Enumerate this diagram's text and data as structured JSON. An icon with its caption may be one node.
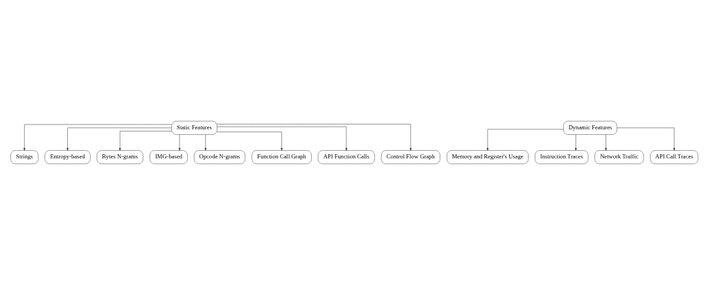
{
  "diagram": {
    "nodes": [
      {
        "text": [
          "Static Features"
        ]
      },
      {
        "text": [
          "Strings"
        ]
      },
      {
        "text": [
          "Entropy-based"
        ]
      },
      {
        "text": [
          "Bytes N-grams"
        ]
      },
      {
        "text": [
          "IMG-based"
        ]
      },
      {
        "text": [
          "Opcode N-grams"
        ]
      },
      {
        "text": [
          "Function Call Graph"
        ]
      },
      {
        "text": [
          "API Function Calls"
        ]
      },
      {
        "text": [
          "Control Flow Graph"
        ]
      },
      {
        "text": [
          "Dynamic Features"
        ]
      },
      {
        "text": [
          "Memory and Register's Usage"
        ]
      },
      {
        "text": [
          "Instruction Traces"
        ]
      },
      {
        "text": [
          "Network Traffic"
        ]
      },
      {
        "text": [
          "API Call Traces"
        ]
      }
    ],
    "edges": [
      {
        "from": 0,
        "to": 1,
        "arrow": "to"
      },
      {
        "from": 0,
        "to": 2,
        "arrow": "to"
      },
      {
        "from": 0,
        "to": 3,
        "arrow": "to"
      },
      {
        "from": 0,
        "to": 4,
        "arrow": "to"
      },
      {
        "from": 0,
        "to": 5,
        "arrow": "to"
      },
      {
        "from": 0,
        "to": 6,
        "arrow": "to"
      },
      {
        "from": 0,
        "to": 7,
        "arrow": "to"
      },
      {
        "from": 0,
        "to": 8,
        "arrow": "to"
      },
      {
        "from": 9,
        "to": 10,
        "arrow": "to"
      },
      {
        "from": 9,
        "to": 11,
        "arrow": "to"
      },
      {
        "from": 9,
        "to": 12,
        "arrow": "to"
      },
      {
        "from": 9,
        "to": 13,
        "arrow": "to"
      }
    ]
  }
}
